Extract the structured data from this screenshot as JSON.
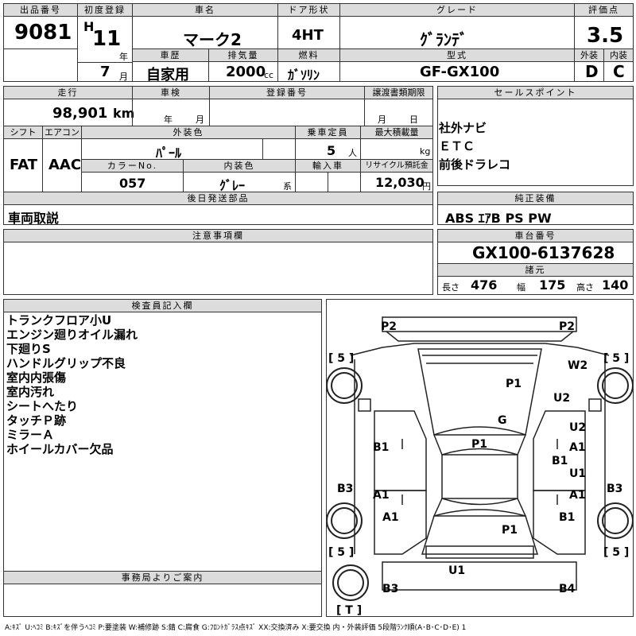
{
  "row1": {
    "lot_number": {
      "label": "出品番号",
      "value": "9081"
    },
    "first_registration": {
      "label": "初度登録",
      "era": "H",
      "year": "11",
      "year_unit": "年",
      "month": "7",
      "month_unit": "月"
    },
    "car_name": {
      "label": "車名",
      "value": "マーク2"
    },
    "door_type": {
      "label": "ドア形状",
      "value": "4HT"
    },
    "grade": {
      "label": "グレード",
      "value": "ｸﾞﾗﾝﾃﾞ"
    },
    "score": {
      "label": "評価点",
      "value": "3.5"
    },
    "history": {
      "label": "車歴",
      "value": "自家用"
    },
    "displacement": {
      "label": "排気量",
      "value": "2000",
      "unit": "cc"
    },
    "fuel": {
      "label": "燃料",
      "value": "ｶﾞｿﾘﾝ"
    },
    "model": {
      "label": "型式",
      "value": "GF-GX100"
    },
    "exterior_grade": {
      "label": "外装",
      "value": "D"
    },
    "interior_grade": {
      "label": "内装",
      "value": "C"
    }
  },
  "row2": {
    "mileage": {
      "label": "走行",
      "value": "98,901",
      "unit": "km"
    },
    "inspection": {
      "label": "車検",
      "year_unit": "年",
      "month_unit": "月"
    },
    "registration_number": {
      "label": "登録番号"
    },
    "transfer_docs": {
      "label": "譲渡書類期限",
      "month_unit": "月",
      "day_unit": "日"
    },
    "shift": {
      "label": "シフト",
      "value": "FAT"
    },
    "aircon": {
      "label": "エアコン",
      "value": "AAC"
    },
    "exterior_color": {
      "label": "外装色",
      "value": "ﾊﾟｰﾙ"
    },
    "capacity": {
      "label": "乗車定員",
      "value": "5",
      "unit": "人"
    },
    "max_load": {
      "label": "最大積載量",
      "unit": "kg"
    },
    "color_no": {
      "label": "カラーNo.",
      "value": "057"
    },
    "interior_color": {
      "label": "内装色",
      "value": "ｸﾞﾚｰ",
      "unit": "系"
    },
    "import": {
      "label": "輸入車"
    },
    "recycle": {
      "label": "リサイクル預託金",
      "value": "12,030",
      "unit": "円"
    },
    "later_parts": {
      "label": "後日発送部品",
      "value": "車両取説"
    }
  },
  "sales_points": {
    "label": "セールスポイント",
    "items": [
      "社外ナビ",
      "ＥＴＣ",
      "前後ドラレコ"
    ]
  },
  "genuine_equipment": {
    "label": "純正装備",
    "value": "ABS ｴｱB PS PW"
  },
  "notes": {
    "label": "注意事項欄"
  },
  "chassis": {
    "label": "車台番号",
    "value": "GX100-6137628"
  },
  "specs": {
    "label": "諸元",
    "length_label": "長さ",
    "length": "476",
    "width_label": "幅",
    "width": "175",
    "height_label": "高さ",
    "height": "140"
  },
  "inspector": {
    "label": "検査員記入欄",
    "items": [
      "トランクフロア小U",
      "エンジン廻りオイル漏れ",
      "下廻りS",
      "ハンドルグリップ不良",
      "室内内張傷",
      "室内汚れ",
      "シートへたり",
      "タッチＰ跡",
      "ミラーＡ",
      "ホイールカバー欠品"
    ]
  },
  "office_notice": {
    "label": "事務局よりご案内"
  },
  "damage_marks": {
    "tl_tire": "[ 5 ]",
    "tr_tire": "[ 5 ]",
    "bl_tire": "[ 5 ]",
    "br_tire": "[ 5 ]",
    "spare": "[ T ]",
    "p2_left": "P2",
    "p2_right": "P2",
    "w2": "W2",
    "p1_hood": "P1",
    "u2_fr": "U2",
    "g": "G",
    "u2_r": "U2",
    "b1_left": "B1",
    "p1_roof": "P1",
    "a1_r1": "A1",
    "b1_r": "B1",
    "b3_left": "B3",
    "u1_r": "U1",
    "b3_right": "B3",
    "a1_l1": "A1",
    "a1_r2": "A1",
    "a1_l2": "A1",
    "b1_r2": "B1",
    "p1_trunk": "P1",
    "u1_bottom": "U1",
    "b3_bottom": "B3",
    "b4_bottom": "B4"
  },
  "legend": "A:ｷｽﾞ U:ﾍｺﾐ B:ｷｽﾞを伴うﾍｺﾐ P:要塗装 W:補修跡 S:錆 C:腐食 G:ﾌﾛﾝﾄｶﾞﾗｽ点ｷｽﾞ XX:交換済み X:要交換 内・外装評価 5段階ﾗﾝｸ順(A･B･C･D･E) 1"
}
